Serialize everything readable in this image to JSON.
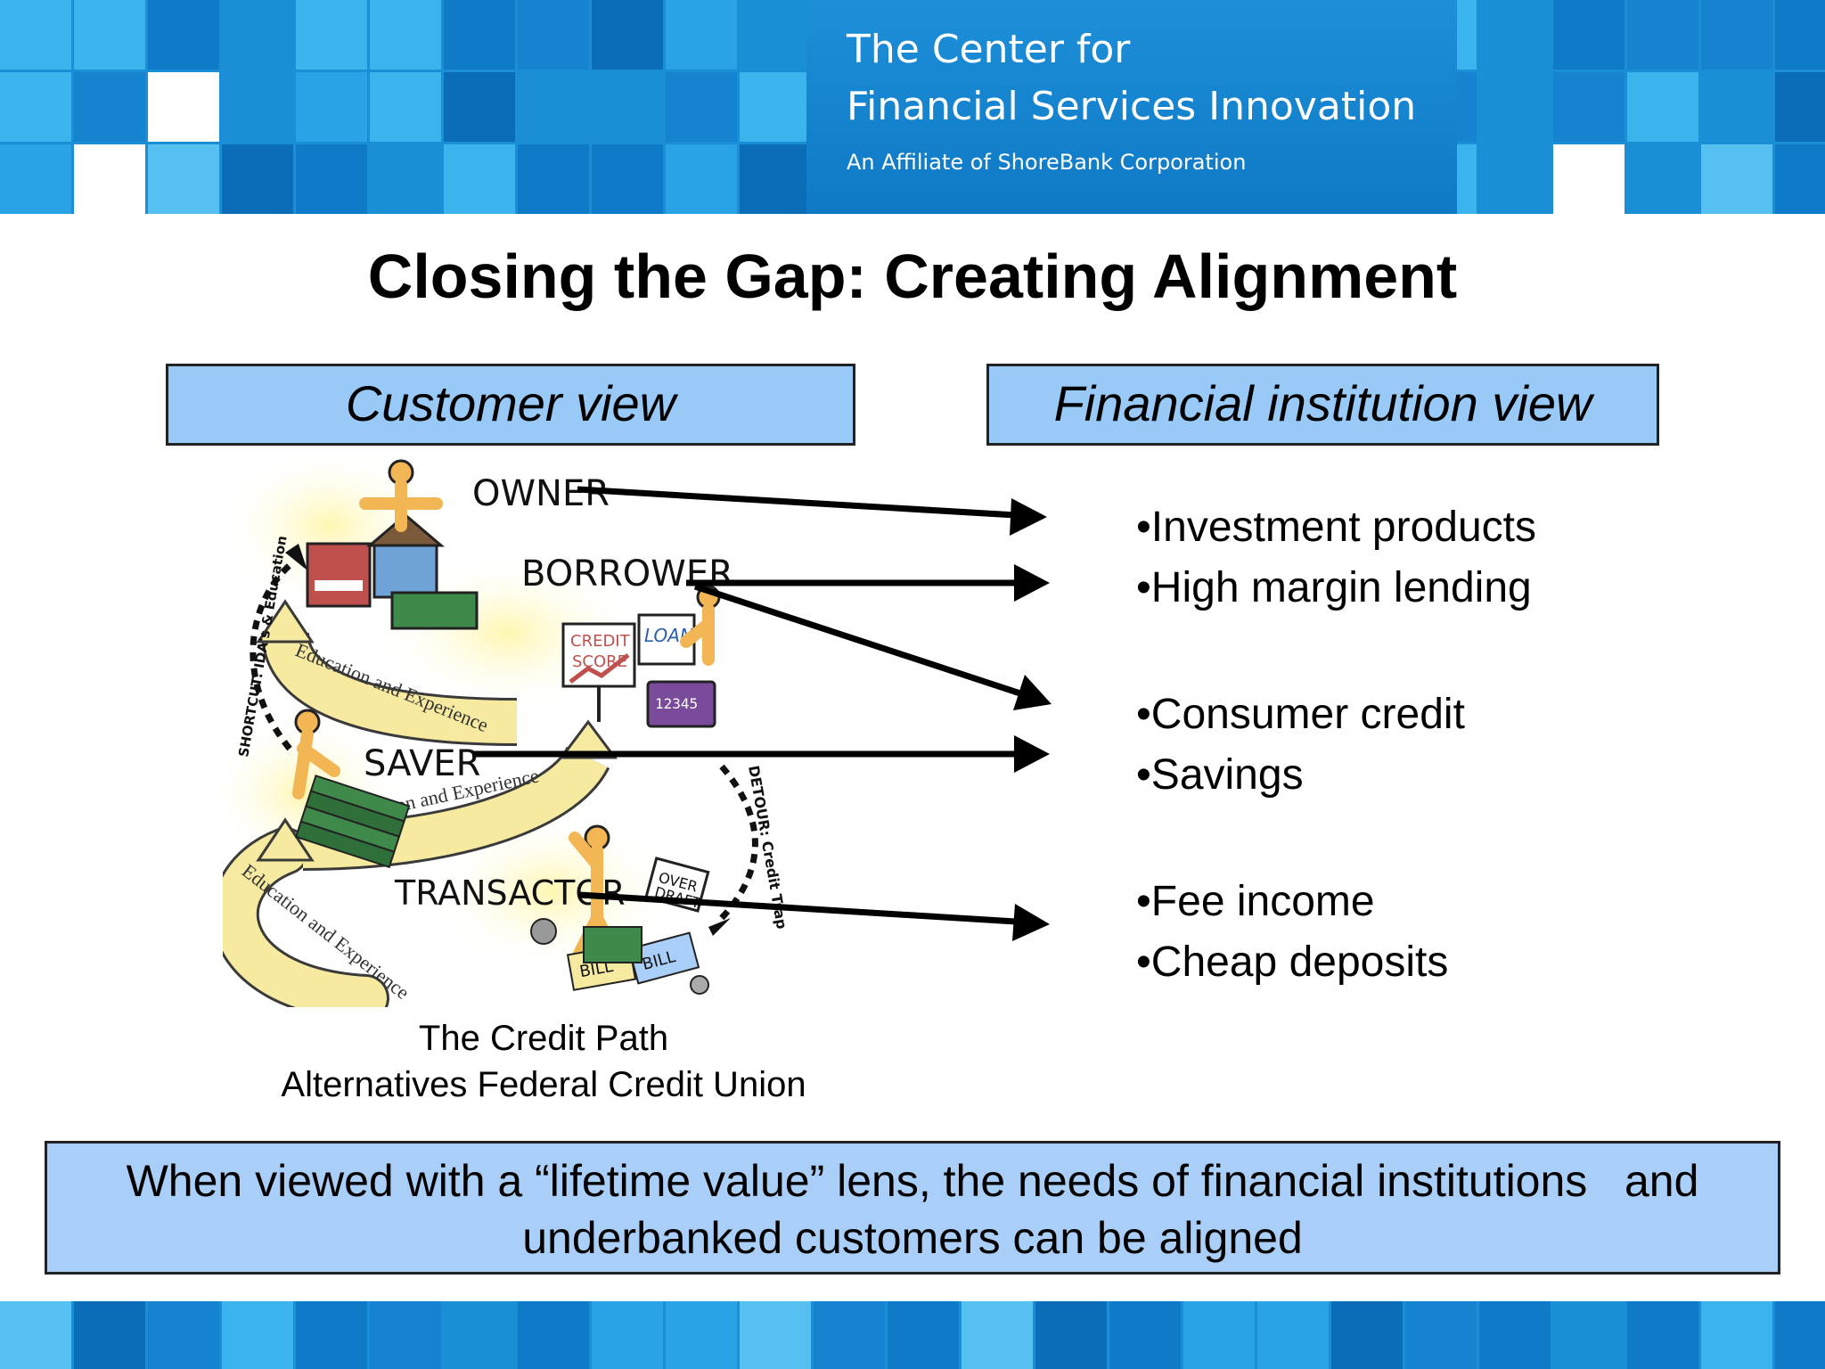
{
  "brand": {
    "name_line1": "The Center for",
    "name_line2": "Financial Services Innovation",
    "tagline": "An Affiliate of ShoreBank Corporation"
  },
  "slide": {
    "title": "Closing the Gap: Creating Alignment",
    "customer_view_label": "Customer view",
    "institution_view_label": "Financial institution view"
  },
  "credit_path": {
    "caption_line1": "The Credit Path",
    "caption_line2": "Alternatives Federal Credit Union",
    "stages": [
      "OWNER",
      "BORROWER",
      "SAVER",
      "TRANSACTOR"
    ],
    "path_label": "Education and Experience",
    "shortcut_label": "SHORTCUT: IDA's & Education",
    "detour_label": "DETOUR: Credit Trap",
    "props": {
      "credit_score": [
        "CREDIT",
        "SCORE"
      ],
      "loan": "LOAN",
      "card_number": "12345",
      "overdraft": [
        "OVER",
        "DRAFT"
      ],
      "bill": "BILL"
    }
  },
  "institution_needs": [
    "•Investment products",
    "•High margin lending",
    "•Consumer credit",
    "•Savings",
    "•Fee income",
    "•Cheap deposits"
  ],
  "footer": {
    "line1": "When viewed with a “lifetime value” lens, the needs of financial institutions   and",
    "line2": "underbanked customers can be aligned"
  },
  "colors": {
    "banner_blue": "#1a8fd6",
    "view_box_fill": "#99c9f7",
    "footer_fill": "#a9cef8",
    "path_yellow": "#f6e9a0",
    "figure_orange": "#f2b654",
    "money_green": "#3f8a4a"
  }
}
